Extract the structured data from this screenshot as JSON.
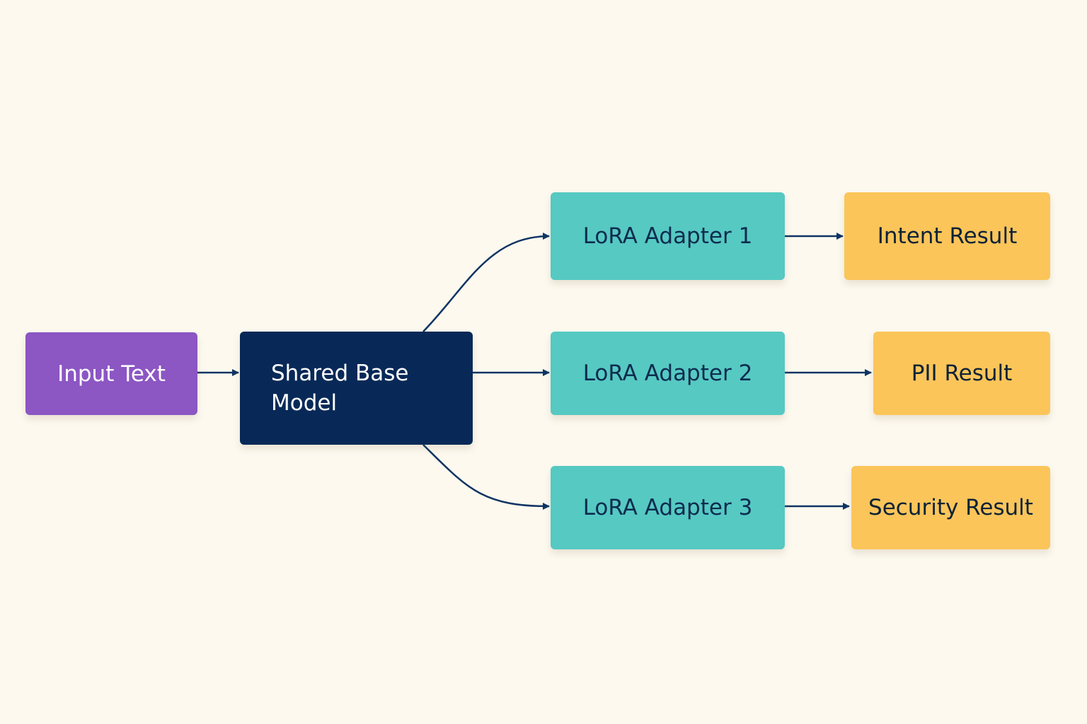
{
  "diagram": {
    "input": {
      "label": "Input Text"
    },
    "base_model": {
      "label": "Shared Base Model"
    },
    "adapters": [
      {
        "label": "LoRA Adapter 1"
      },
      {
        "label": "LoRA Adapter 2"
      },
      {
        "label": "LoRA Adapter 3"
      }
    ],
    "results": [
      {
        "label": "Intent Result"
      },
      {
        "label": "PII Result"
      },
      {
        "label": "Security Result"
      }
    ],
    "colors": {
      "background": "#fdf9ef",
      "input": "#8c56c3",
      "base_model": "#082957",
      "adapter": "#56c9c2",
      "result": "#fbc55a",
      "connector": "#0f3564"
    }
  }
}
